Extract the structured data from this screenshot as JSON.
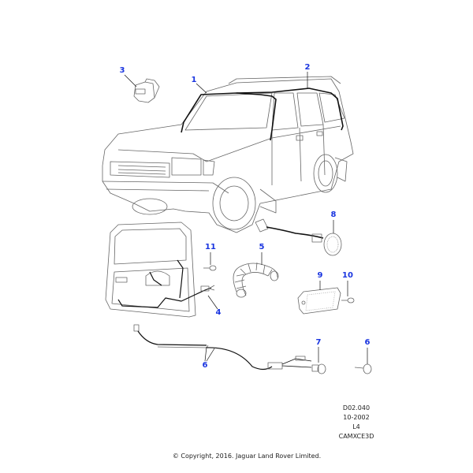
{
  "callouts": [
    {
      "id": "c1",
      "label": "1"
    },
    {
      "id": "c2",
      "label": "2"
    },
    {
      "id": "c3",
      "label": "3"
    },
    {
      "id": "c4",
      "label": "4"
    },
    {
      "id": "c5",
      "label": "5"
    },
    {
      "id": "c6a",
      "label": "6"
    },
    {
      "id": "c6b",
      "label": "6"
    },
    {
      "id": "c7",
      "label": "7"
    },
    {
      "id": "c8",
      "label": "8"
    },
    {
      "id": "c9",
      "label": "9"
    },
    {
      "id": "c10",
      "label": "10"
    },
    {
      "id": "c11",
      "label": "11"
    }
  ],
  "reference": {
    "diagram_code": "D02.040",
    "date": "10-2002",
    "level": "L4",
    "catalogue": "CAMXCE3D"
  },
  "copyright": "© Copyright, 2016. Jaguar Land Rover Limited.",
  "colors": {
    "callout": "#1a35e0",
    "line": "#555555",
    "harness": "#111111"
  }
}
